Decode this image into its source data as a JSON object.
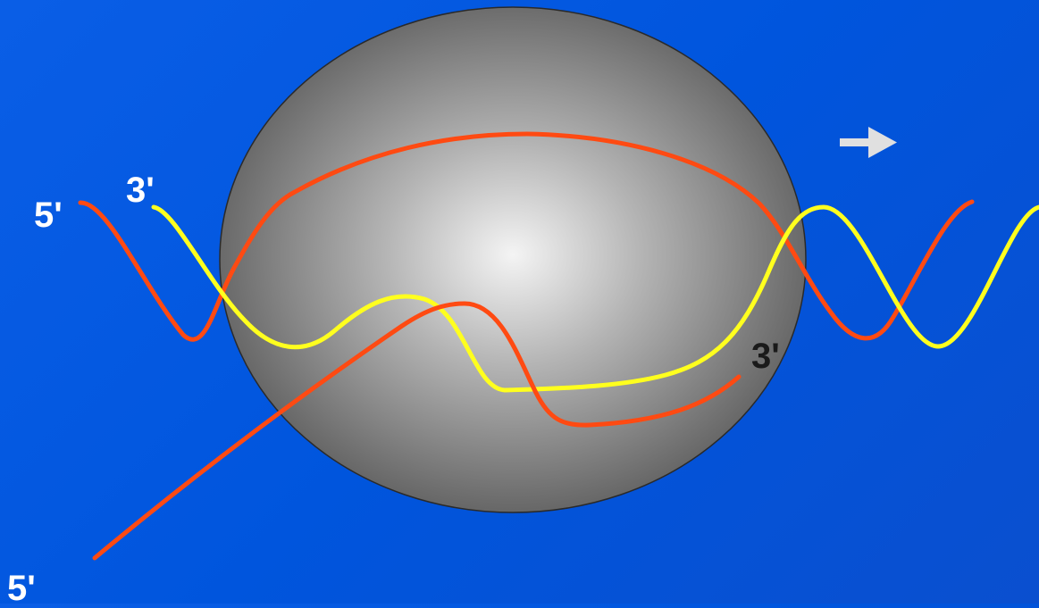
{
  "colors": {
    "background": "#0055dd",
    "template_strand": "#ff4a12",
    "coding_strand": "#ffff1e",
    "new_strand": "#ff4a12",
    "polymerase": "#808080",
    "arrow": "#e0e0e0"
  },
  "labels": {
    "template_5prime": "5'",
    "coding_3prime": "3'",
    "new_strand_3prime": "3'",
    "new_strand_5prime": "5'"
  },
  "direction_arrow_icon": "right-arrow-icon"
}
